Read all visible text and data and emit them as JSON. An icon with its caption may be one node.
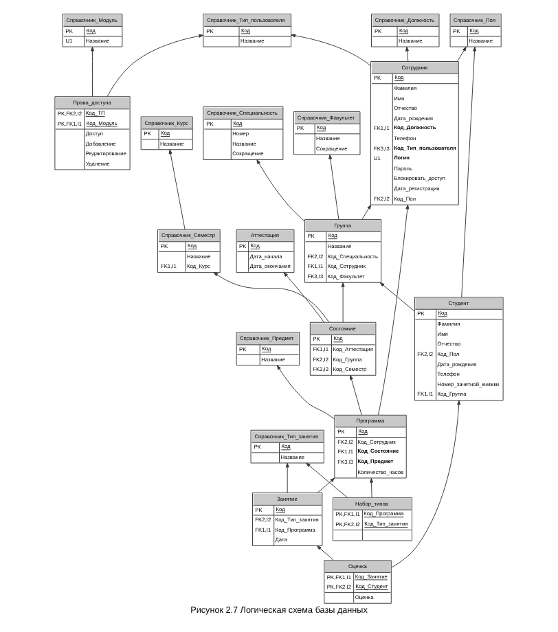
{
  "diagram": {
    "caption": "Рисунок 2.7 Логическая схема базы данных",
    "nodes": [
      {
        "text": [
          "Справочник_Тип_пользователя",
          "PK",
          "Код",
          "Название"
        ]
      },
      {
        "text": [
          "Права_доступа",
          "PK,FK2,I2",
          "Код_ТП",
          "PK,FK1,I1",
          "Код_Модуль",
          "Доступ",
          "Добавление",
          "Редактирование",
          "Удаление"
        ]
      },
      {
        "text": [
          "Справочник_Модуль",
          "PK",
          "Код",
          "U1",
          "Название"
        ]
      },
      {
        "text": [
          "Справочник_Пол",
          "PK",
          "Код",
          "Название"
        ]
      },
      {
        "text": [
          "Справочник_Должность",
          "PK",
          "Код",
          "Название"
        ]
      },
      {
        "text": [
          "Сотрудник",
          "PK",
          "Код",
          "Фамилия",
          "Имя",
          "Отчество",
          "Дата_рождения",
          "FK1,I1",
          "Код_Должность",
          "Телефон",
          "FK3,I3",
          "Код_Тип_пользователя",
          "U1",
          "Логин",
          "Пароль",
          "Блокировать_доступ",
          "Дата_регистрации",
          "FK2,I2",
          "Код_Пол"
        ]
      },
      {
        "text": [
          "Справочник_Факультет",
          "PK",
          "Код",
          "Название",
          "Сокращение"
        ]
      },
      {
        "text": [
          "Аттестация",
          "PK",
          "Код",
          "Дата_начала",
          "Дата_окончания"
        ]
      },
      {
        "text": [
          "Справочник_Специальность",
          "PK",
          "Код",
          "Номер",
          "Название",
          "Сокращение"
        ]
      },
      {
        "text": [
          "Справочник_Предмет",
          "PK",
          "Код",
          "Название"
        ]
      },
      {
        "text": [
          "Группа",
          "PK",
          "Код",
          "Название",
          "FK2,I2",
          "Код_Специальность",
          "FK1,I1",
          "Код_Сотрудник",
          "FK3,I3",
          "Код_Факультет"
        ]
      },
      {
        "text": [
          "Справочник_Тип_занятия",
          "PK",
          "Код",
          "Название"
        ]
      },
      {
        "text": [
          "Состояние",
          "PK",
          "Код",
          "FK1,I1",
          "Код_Аттестация",
          "FK2,I2",
          "Код_Группа",
          "FK3,I3",
          "Код_Семестр"
        ]
      },
      {
        "text": [
          "Программа",
          "PK",
          "Код",
          "FK2,I2",
          "Код_Сотрудник",
          "FK1,I1",
          "Код_Состояние",
          "FK3,I3",
          "Код_Предмет",
          "Количество_часов"
        ]
      },
      {
        "text": [
          "Справочник_Семестр",
          "PK",
          "Код",
          "Название",
          "FK1,I1",
          "Код_Курс"
        ]
      },
      {
        "text": [
          "Справочник_Курс",
          "PK",
          "Код",
          "Название"
        ]
      },
      {
        "text": [
          "Студент",
          "PK",
          "Код",
          "Фамилия",
          "Имя",
          "Отчество",
          "FK2,I2",
          "Код_Пол",
          "Дата_рождения",
          "Телефон",
          "Номер_зачетной_книжки",
          "FK1,I1",
          "Код_Группа"
        ]
      },
      {
        "text": [
          "Занятие",
          "PK",
          "Код",
          "FK2,I2",
          "Код_Тип_занятия",
          "FK1,I1",
          "Код_Программа",
          "Дата"
        ]
      },
      {
        "text": [
          "Набор_типов",
          "PK,FK1,I1",
          "Код_Программа",
          "PK,FK2,I2",
          "Код_Тип_занятия"
        ]
      },
      {
        "text": [
          "Оценка",
          "PK,FK1,I1",
          "Код_Занятие",
          "PK,FK2,I2",
          "Код_Студент",
          "Оценка"
        ]
      }
    ],
    "edges": [
      {
        "from": 1,
        "to": 0,
        "arrow": "to"
      },
      {
        "from": 1,
        "to": 2,
        "arrow": "to"
      },
      {
        "from": 5,
        "to": 4,
        "arrow": "to"
      },
      {
        "from": 5,
        "to": 0,
        "arrow": "to"
      },
      {
        "from": 5,
        "to": 3,
        "arrow": "to"
      },
      {
        "from": 10,
        "to": 6,
        "arrow": "to"
      },
      {
        "from": 10,
        "to": 8,
        "arrow": "to"
      },
      {
        "from": 10,
        "to": 5,
        "arrow": "to"
      },
      {
        "from": 12,
        "to": 7,
        "arrow": "to"
      },
      {
        "from": 12,
        "to": 10,
        "arrow": "to"
      },
      {
        "from": 12,
        "to": 14,
        "arrow": "to"
      },
      {
        "from": 14,
        "to": 15,
        "arrow": "to"
      },
      {
        "from": 13,
        "to": 9,
        "arrow": "to"
      },
      {
        "from": 13,
        "to": 12,
        "arrow": "to"
      },
      {
        "from": 13,
        "to": 5,
        "arrow": "to"
      },
      {
        "from": 16,
        "to": 10,
        "arrow": "to"
      },
      {
        "from": 16,
        "to": 3,
        "arrow": "to"
      },
      {
        "from": 17,
        "to": 11,
        "arrow": "to"
      },
      {
        "from": 17,
        "to": 13,
        "arrow": "to"
      },
      {
        "from": 18,
        "to": 13,
        "arrow": "to"
      },
      {
        "from": 18,
        "to": 11,
        "arrow": "to"
      },
      {
        "from": 19,
        "to": 17,
        "arrow": "to"
      },
      {
        "from": 19,
        "to": 16,
        "arrow": "to"
      }
    ]
  }
}
